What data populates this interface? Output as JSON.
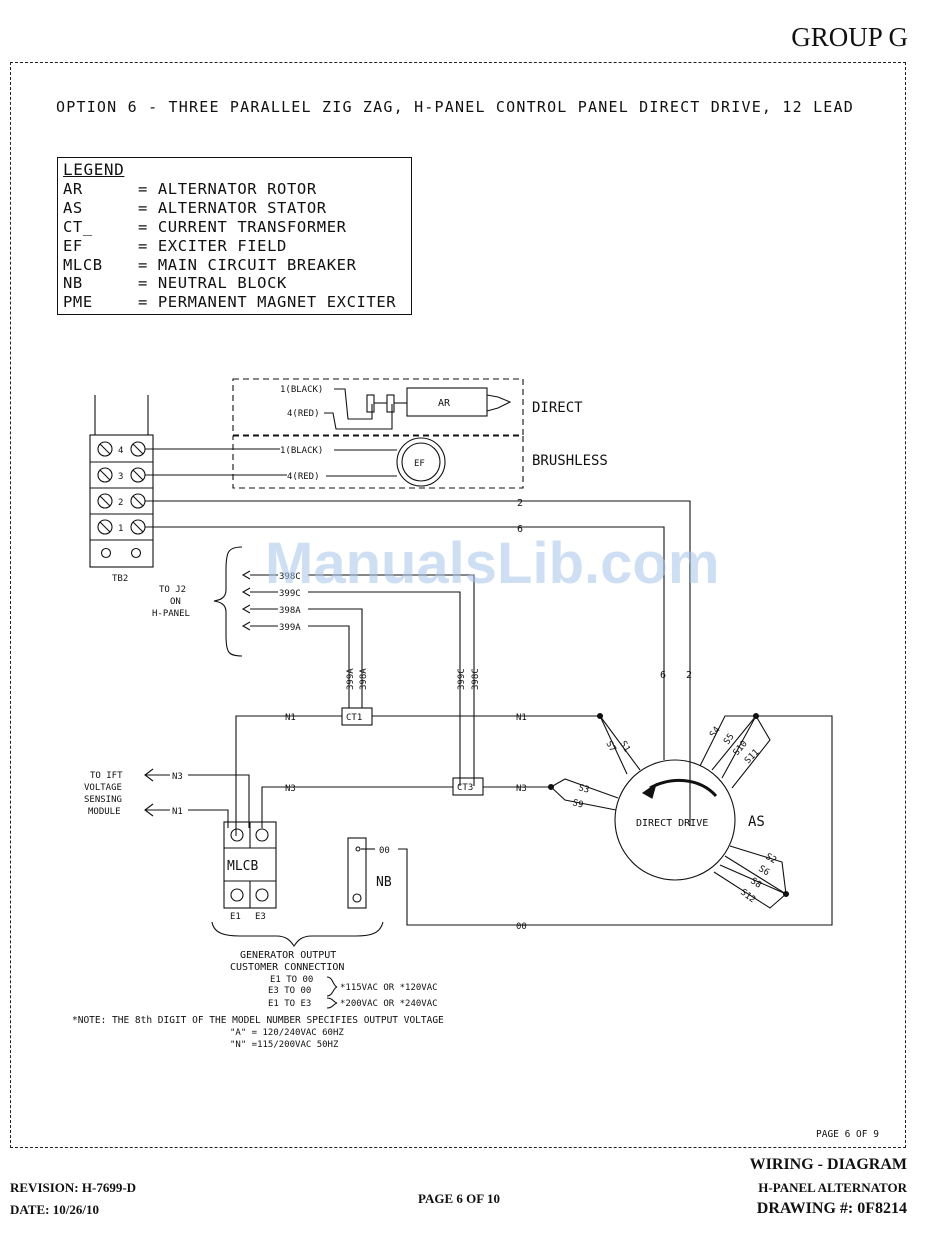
{
  "header": {
    "group": "GROUP G"
  },
  "title": "OPTION 6 - THREE PARALLEL ZIG ZAG, H-PANEL CONTROL PANEL DIRECT DRIVE, 12 LEAD",
  "legend": {
    "heading": "LEGEND",
    "items": [
      {
        "abbr": "AR",
        "desc": "= ALTERNATOR ROTOR"
      },
      {
        "abbr": "AS",
        "desc": "= ALTERNATOR STATOR"
      },
      {
        "abbr": "CT_",
        "desc": "= CURRENT TRANSFORMER"
      },
      {
        "abbr": "EF",
        "desc": "= EXCITER FIELD"
      },
      {
        "abbr": "MLCB",
        "desc": "= MAIN CIRCUIT BREAKER"
      },
      {
        "abbr": "NB",
        "desc": "= NEUTRAL BLOCK"
      },
      {
        "abbr": "PME",
        "desc": "= PERMANENT MAGNET EXCITER"
      }
    ]
  },
  "diagram": {
    "direct_label": "DIRECT",
    "brushless_label": "BRUSHLESS",
    "wire_black": "1(BLACK)",
    "wire_red": "4(RED)",
    "ar_label": "AR",
    "ef_label": "EF",
    "tb2_terminals": [
      "4",
      "3",
      "2",
      "1"
    ],
    "tb2_label": "TB2",
    "wire_2": "2",
    "wire_6": "6",
    "j2_note": [
      "TO J2",
      "ON",
      "H-PANEL"
    ],
    "j2_wires": [
      "398C",
      "399C",
      "398A",
      "399A"
    ],
    "ct1_leads": [
      "399A",
      "398A"
    ],
    "ct3_leads": [
      "399C",
      "398C"
    ],
    "ct1": "CT1",
    "ct3": "CT3",
    "n1": "N1",
    "n3": "N3",
    "ift_note": [
      "TO IFT",
      "VOLTAGE",
      "SENSING",
      "MODULE"
    ],
    "mlcb": "MLCB",
    "mlcb_terms": [
      "E1",
      "E3"
    ],
    "nb": "NB",
    "wire_00": "00",
    "direct_drive": "DIRECT DRIVE",
    "as_label": "AS",
    "stator_leads": [
      "S1",
      "S7",
      "S4",
      "S5",
      "S10",
      "S11",
      "S3",
      "S9",
      "S2",
      "S6",
      "S8",
      "S12"
    ],
    "output": {
      "heading1": "GENERATOR OUTPUT",
      "heading2": "CUSTOMER CONNECTION",
      "line_a1": "E1 TO 00",
      "line_a2": "E3 TO 00",
      "voltage_a": "*115VAC OR *120VAC",
      "line_b": "E1 TO E3",
      "voltage_b": "*200VAC OR *240VAC"
    },
    "note_line1": "*NOTE: THE 8th DIGIT OF THE MODEL NUMBER SPECIFIES OUTPUT VOLTAGE",
    "note_line2": "\"A\" = 120/240VAC 60HZ",
    "note_line3": "\"N\" =115/200VAC 50HZ",
    "page_inner": "PAGE 6 OF 9"
  },
  "watermark": "ManualsLib.com",
  "footer": {
    "revision": "REVISION: H-7699-D",
    "date": "DATE: 10/26/10",
    "page": "PAGE 6 OF 10",
    "doc_type": "WIRING - DIAGRAM",
    "doc_sub": "H-PANEL ALTERNATOR",
    "drawing": "DRAWING #: 0F8214"
  }
}
